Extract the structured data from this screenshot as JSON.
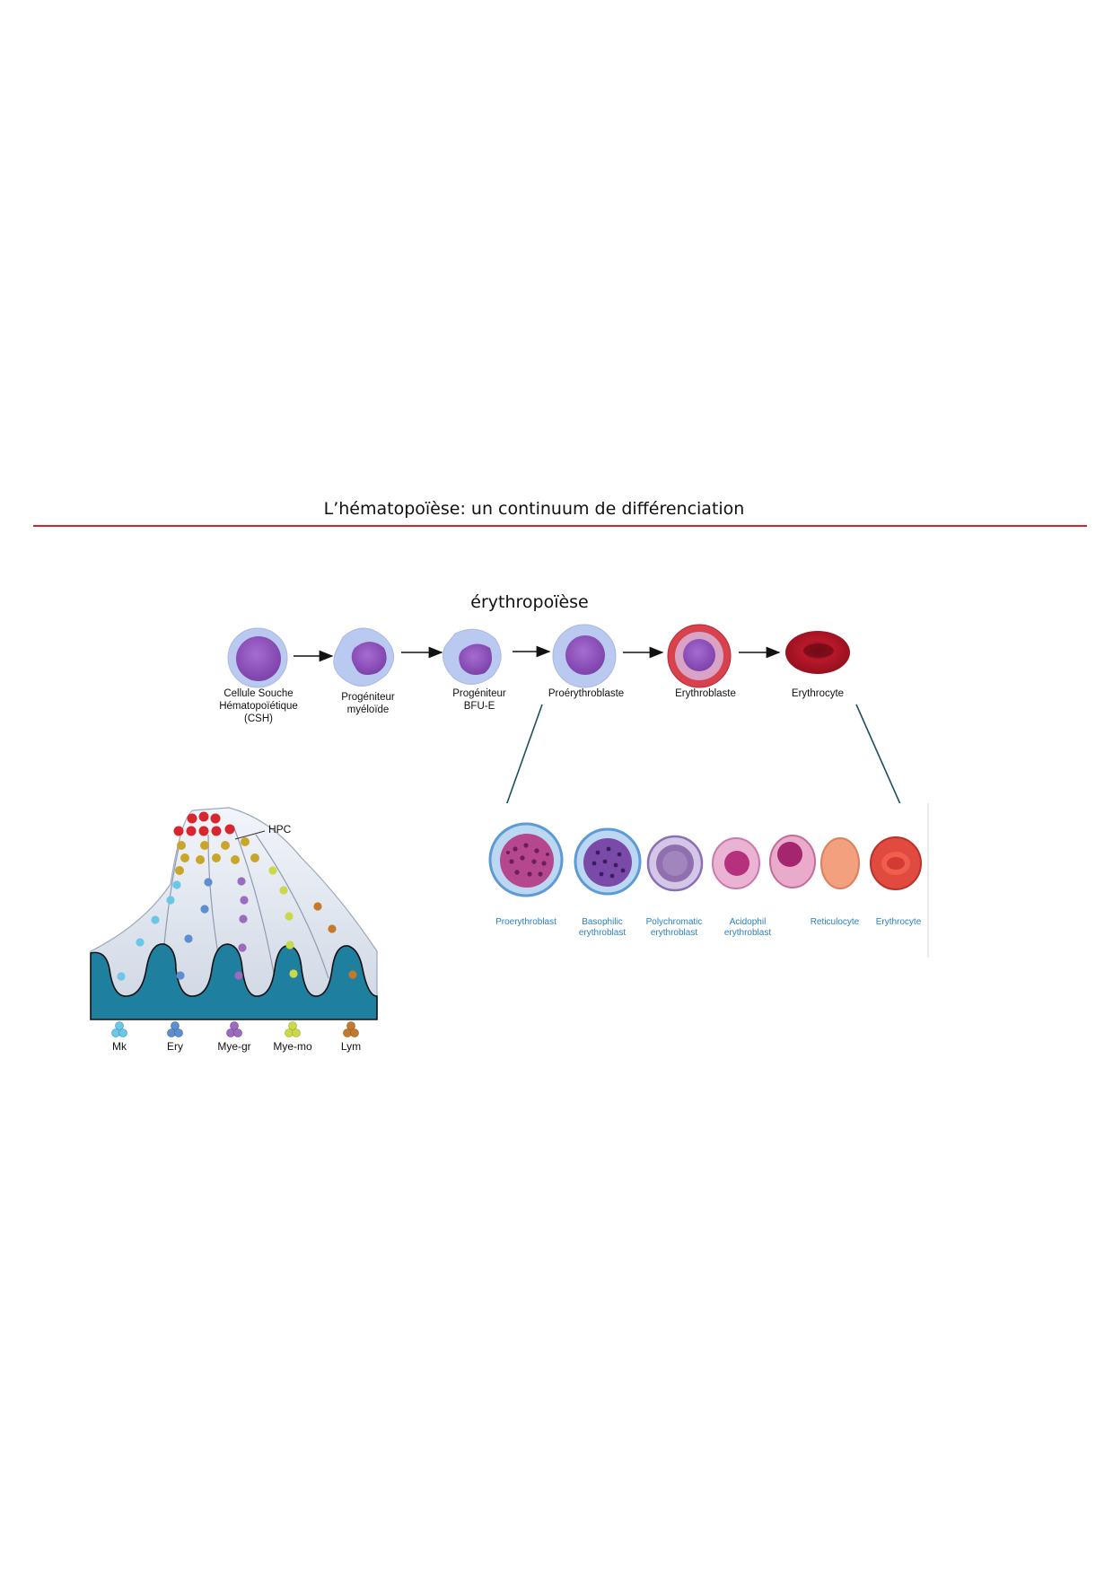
{
  "header": {
    "title": "L’hématopoïèse: un continuum de différenciation",
    "subtitle": "érythropoïèse"
  },
  "stages": [
    {
      "label": "Cellule Souche\nHématopoïétique\n(CSH)"
    },
    {
      "label": "Progéniteur\nmyéloïde"
    },
    {
      "label": "Progéniteur\nBFU-E"
    },
    {
      "label": "Proérythroblaste"
    },
    {
      "label": "Erythroblaste"
    },
    {
      "label": "Erythrocyte"
    }
  ],
  "detail_stages": [
    {
      "label": "Proerythroblast"
    },
    {
      "label": "Basophilic\nerythroblast"
    },
    {
      "label": "Polychromatic\nerythroblast"
    },
    {
      "label": "Acidophil\nerythroblast"
    },
    {
      "label": "Reticulocyte"
    },
    {
      "label": "Erythrocyte"
    }
  ],
  "landscape": {
    "hpc_label": "HPC",
    "legend": [
      {
        "label": "Mk",
        "color": "#6cc6e8"
      },
      {
        "label": "Ery",
        "color": "#5b8fcf"
      },
      {
        "label": "Mye-gr",
        "color": "#9a6bbf"
      },
      {
        "label": "Mye-mo",
        "color": "#c9d94a"
      },
      {
        "label": "Lym",
        "color": "#c47a2c"
      }
    ],
    "colors": {
      "hpc": "#d8262e",
      "multi": "#c9a62a",
      "base": "#1f7f9e"
    }
  },
  "colors": {
    "accent_rule": "#d9222a",
    "detail_label": "#2a7fc4"
  }
}
